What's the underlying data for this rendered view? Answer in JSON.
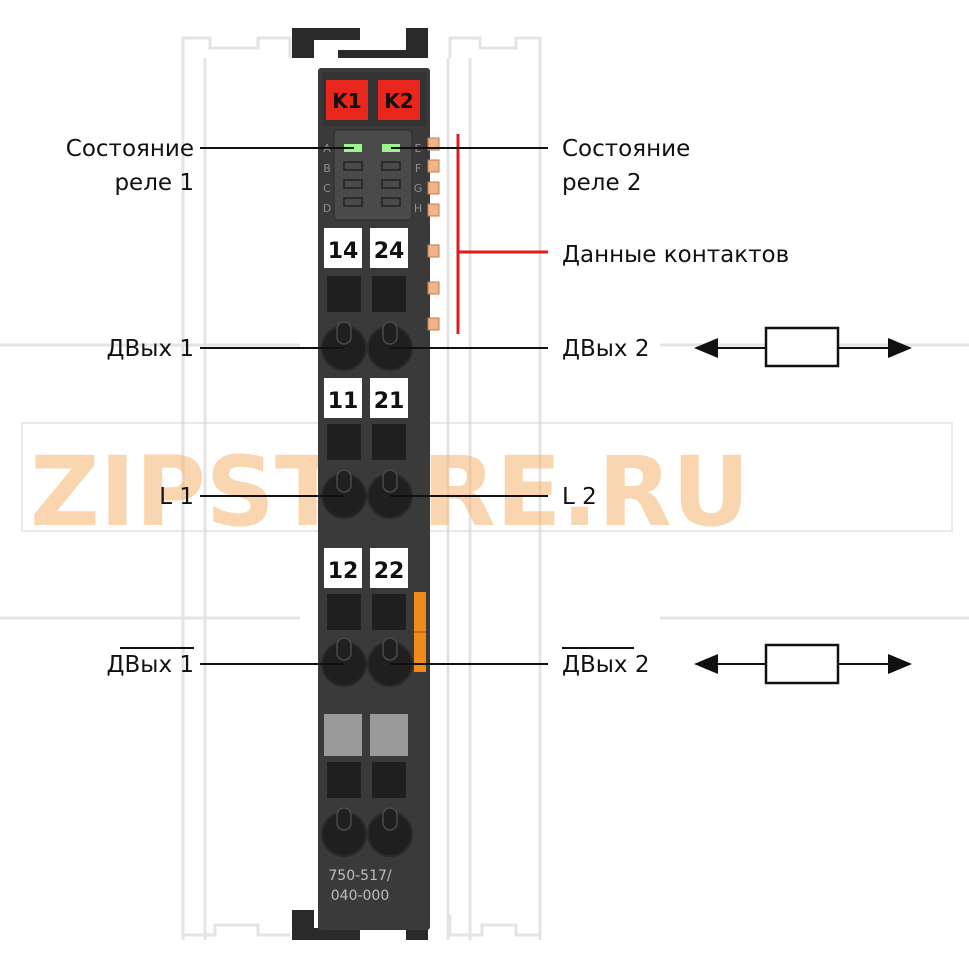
{
  "module": {
    "part_number_line1": "750-517/",
    "part_number_line2": "040-000",
    "relay_labels": [
      "K1",
      "K2"
    ],
    "led_letters_left": [
      "A",
      "B",
      "C",
      "D"
    ],
    "led_letters_right": [
      "E",
      "F",
      "G",
      "H"
    ],
    "terminal_rows": [
      [
        "14",
        "24"
      ],
      [
        "11",
        "21"
      ],
      [
        "12",
        "22"
      ]
    ],
    "colors": {
      "body": "#3a3a3a",
      "relay_box": "#e8261c",
      "led_active": "#9df58f",
      "contact_pad": "#f0b48a",
      "bracket_line": "#e11b1b",
      "orange_strip": "#f08a1c",
      "blank_marker": "#9a9a9a"
    }
  },
  "labels": {
    "status_relay_1": [
      "Состояние",
      "реле 1"
    ],
    "status_relay_2": [
      "Состояние",
      "реле 2"
    ],
    "contact_data": "Данные контактов",
    "dout_1": "ДВых 1",
    "dout_2": "ДВых 2",
    "l_1": "L 1",
    "l_2": "L 2",
    "dout_1_inv": "ДВых 1",
    "dout_2_inv": "ДВых 2"
  },
  "watermark": "ZIPSTORE.RU"
}
